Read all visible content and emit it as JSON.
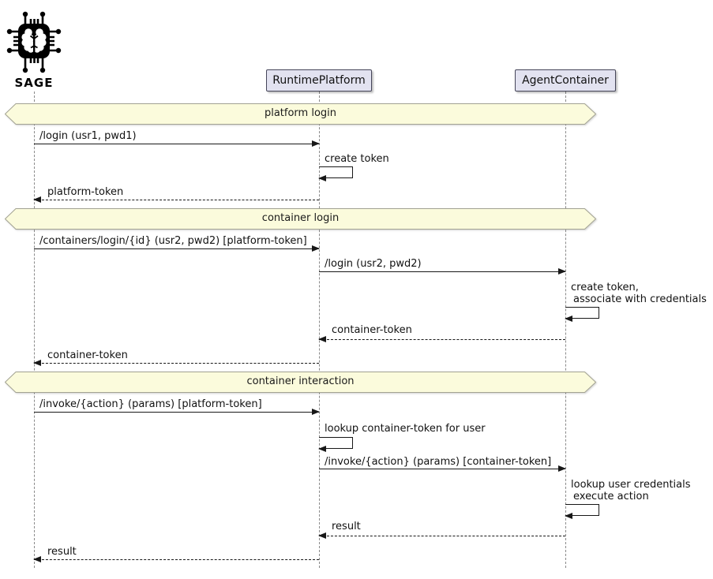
{
  "actors": {
    "sage": {
      "label": "SAGE",
      "icon": "brain-chip-icon"
    },
    "runtime": {
      "label": "RuntimePlatform"
    },
    "agent": {
      "label": "AgentContainer"
    }
  },
  "dividers": [
    {
      "label": "platform login"
    },
    {
      "label": "container login"
    },
    {
      "label": "container interaction"
    }
  ],
  "messages": [
    {
      "from": "SAGE",
      "to": "RuntimePlatform",
      "label": "/login (usr1, pwd1)",
      "line": "solid"
    },
    {
      "self": "RuntimePlatform",
      "label": "create token"
    },
    {
      "from": "RuntimePlatform",
      "to": "SAGE",
      "label": "platform-token",
      "line": "dashed"
    },
    {
      "from": "SAGE",
      "to": "RuntimePlatform",
      "label": "/containers/login/{id} (usr2, pwd2) [platform-token]",
      "line": "solid"
    },
    {
      "from": "RuntimePlatform",
      "to": "AgentContainer",
      "label": "/login (usr2, pwd2)",
      "line": "solid"
    },
    {
      "self": "AgentContainer",
      "label": "create token,",
      "label2": "associate with credentials"
    },
    {
      "from": "AgentContainer",
      "to": "RuntimePlatform",
      "label": "container-token",
      "line": "dashed"
    },
    {
      "from": "RuntimePlatform",
      "to": "SAGE",
      "label": "container-token",
      "line": "dashed"
    },
    {
      "from": "SAGE",
      "to": "RuntimePlatform",
      "label": "/invoke/{action} (params) [platform-token]",
      "line": "solid"
    },
    {
      "self": "RuntimePlatform",
      "label": "lookup container-token for user"
    },
    {
      "from": "RuntimePlatform",
      "to": "AgentContainer",
      "label": "/invoke/{action} (params) [container-token]",
      "line": "solid"
    },
    {
      "self": "AgentContainer",
      "label": "lookup user credentials",
      "label2": "execute action"
    },
    {
      "from": "AgentContainer",
      "to": "RuntimePlatform",
      "label": "result",
      "line": "dashed"
    },
    {
      "from": "RuntimePlatform",
      "to": "SAGE",
      "label": "result",
      "line": "dashed"
    }
  ],
  "colors": {
    "divider_fill": "#FBFBDC",
    "divider_border": "#A3A393",
    "participant_fill": "#E2E2F0",
    "participant_border": "#46465A",
    "arrow": "#181818",
    "lifeline": "#8A8A8A"
  }
}
